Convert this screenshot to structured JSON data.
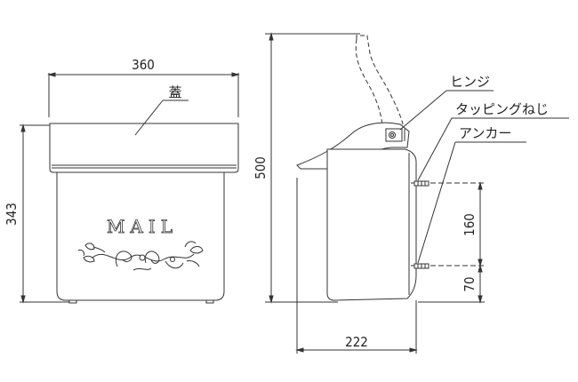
{
  "front_view": {
    "width_dim": "360",
    "height_dim": "343",
    "lid_label": "蓋",
    "emblem_text": "MAIL"
  },
  "side_view": {
    "height_dim": "500",
    "depth_dim": "222",
    "hole_spacing_dim": "160",
    "bottom_hole_dim": "70",
    "labels": {
      "hinge": "ヒンジ",
      "tapping_screw": "タッピングねじ",
      "anchor": "アンカー"
    }
  },
  "colors": {
    "line": "#333333",
    "fill": "#ffffff",
    "text": "#222222"
  }
}
